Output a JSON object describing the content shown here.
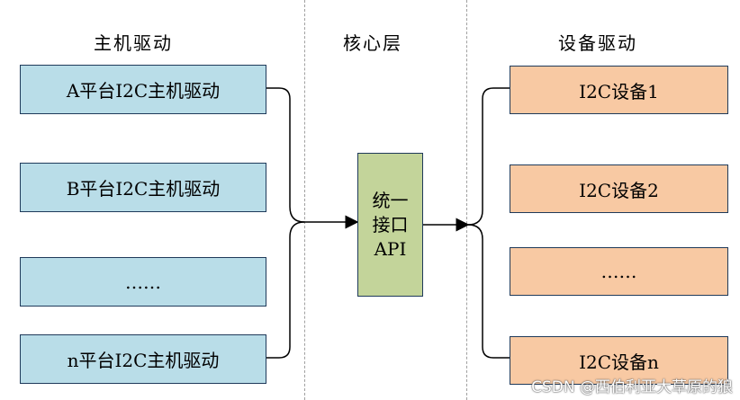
{
  "columns": {
    "host": "主机驱动",
    "core": "核心层",
    "device": "设备驱动"
  },
  "host_drivers": [
    "A平台I2C主机驱动",
    "B平台I2C主机驱动",
    "……",
    "n平台I2C主机驱动"
  ],
  "core_box": {
    "lines": [
      "统一",
      "接口",
      "API"
    ]
  },
  "devices": [
    "I2C设备1",
    "I2C设备2",
    "……",
    "I2C设备n"
  ],
  "watermark": "CSDN @西伯利亚大草原的狼"
}
